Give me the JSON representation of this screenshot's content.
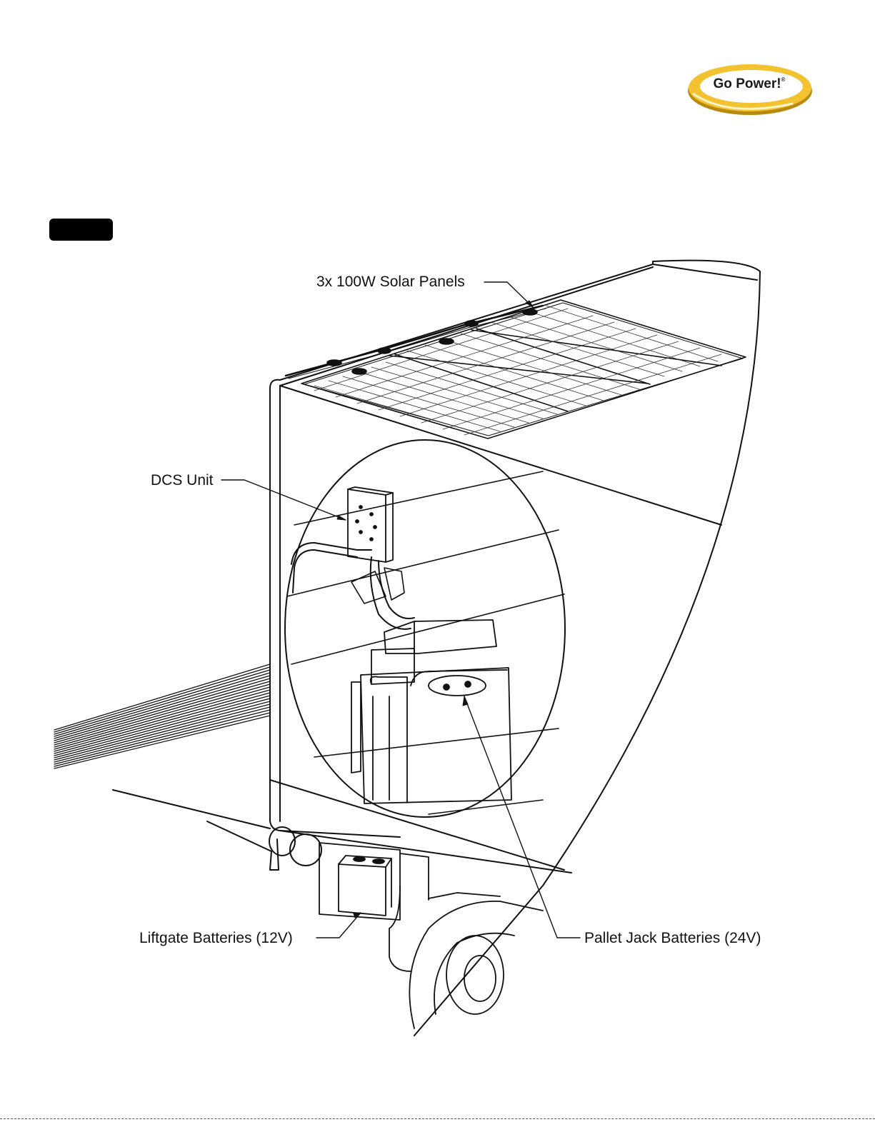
{
  "brand": {
    "logo_text": "Go Power!",
    "registered_mark": "®",
    "colors": {
      "ring": "#f2c230",
      "ring_shadow": "#b88a10",
      "inner": "#ffffff",
      "text": "#1a1a1a"
    }
  },
  "figure_tag": {
    "color": "#000000"
  },
  "labels": {
    "solar_panels": "3x 100W Solar Panels",
    "dcs_unit": "DCS Unit",
    "liftgate_batteries": "Liftgate Batteries (12V)",
    "pallet_jack_batteries": "Pallet Jack Batteries (24V)"
  },
  "illustration": {
    "subject": "truck box with roof solar panels, circular cutaway showing DCS unit and battery, underside liftgate battery",
    "line_color": "#111111"
  }
}
